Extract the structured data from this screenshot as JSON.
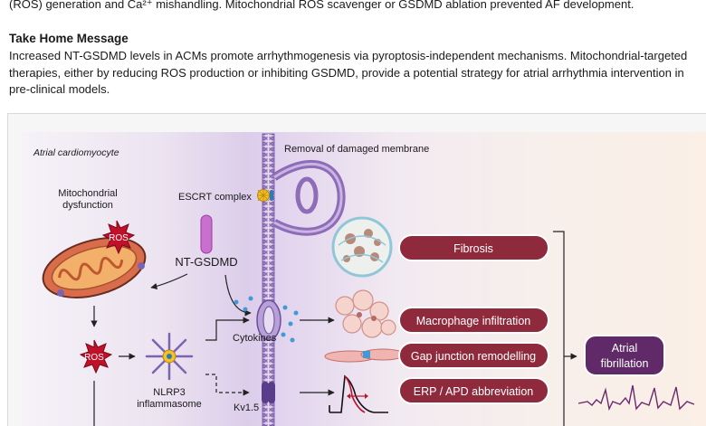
{
  "abstract": {
    "top_line": "(ROS) generation and Ca²⁺ mishandling. Mitochondrial ROS scavenger or GSDMD ablation prevented AF development.",
    "take_home_title": "Take Home Message",
    "take_home_body": "Increased NT-GSDMD levels in ACMs promote arrhythmogenesis via pyroptosis-independent mechanisms. Mitochondrial-targeted therapies, either by reducing ROS production or inhibiting GSDMD, provide a potential strategy for atrial arrhythmia intervention in pre-clinical models."
  },
  "figure": {
    "cell_label": "Atrial cardiomyocyte",
    "membrane_label": "Removal of damaged membrane",
    "escrt_label": "ESCRT complex",
    "mito_label_line1": "Mitochondrial",
    "mito_label_line2": "dysfunction",
    "ros_label": "ROS",
    "ntgsdmd_label": "NT-GSDMD",
    "nlrp3_line1": "NLRP3",
    "nlrp3_line2": "inflammasome",
    "cytokines_label": "Cytokines",
    "kv_label": "Kv1.5",
    "outcomes": [
      "Fibrosis",
      "Macrophage infiltration",
      "Gap junction remodelling",
      "ERP / APD abbreviation"
    ],
    "result_line1": "Atrial",
    "result_line2": "fibrillation"
  },
  "colors": {
    "outcome_fill": "#8e2a3c",
    "result_fill": "#5f2a67",
    "membrane": "#8d6cb8",
    "ros_star": "#c0102a",
    "ntgsdmd": "#c86fcf"
  }
}
